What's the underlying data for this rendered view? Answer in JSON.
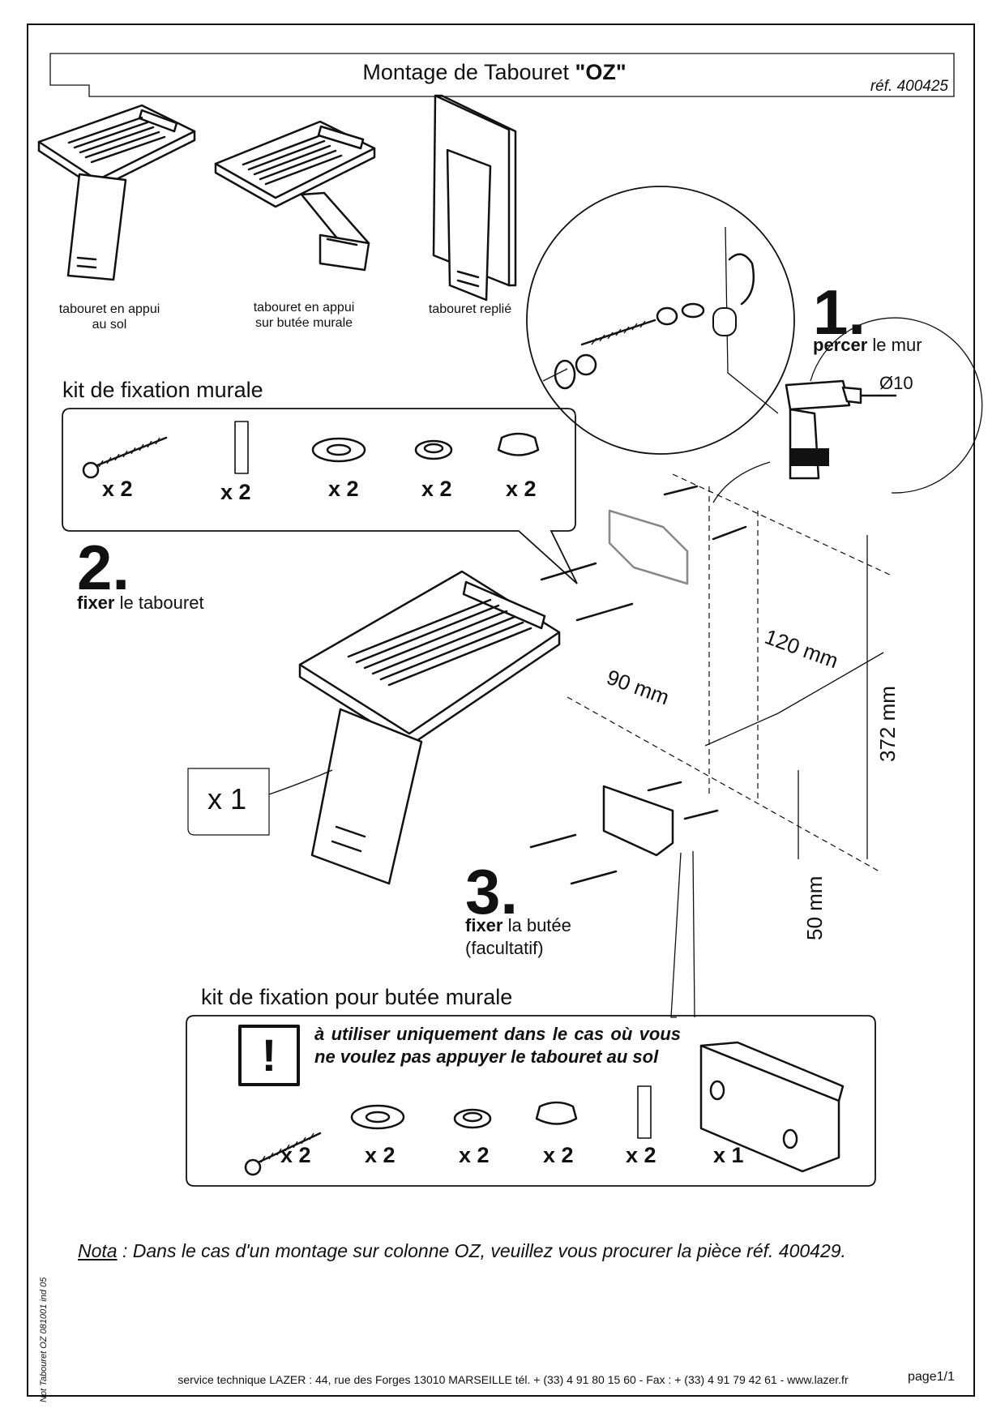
{
  "header": {
    "title_prefix": "Montage de Tabouret ",
    "title_model": "\"OZ\"",
    "reference": "réf. 400425"
  },
  "positions": [
    {
      "line1": "tabouret en appui",
      "line2": "au sol"
    },
    {
      "line1": "tabouret en appui",
      "line2": "sur butée murale"
    },
    {
      "line1": "tabouret replié",
      "line2": ""
    }
  ],
  "steps": {
    "step1": {
      "number": "1.",
      "bold": "percer",
      "text": " le mur",
      "drill": "Ø10"
    },
    "step2": {
      "number": "2.",
      "bold": "fixer",
      "text": " le tabouret"
    },
    "step3": {
      "number": "3.",
      "bold": "fixer",
      "text": " la butée",
      "note": "(facultatif)"
    }
  },
  "wall_kit": {
    "title": "kit de fixation murale",
    "items": [
      {
        "icon": "screw-icon",
        "qty": "x 2"
      },
      {
        "icon": "wall-plug-icon",
        "qty": "x 2"
      },
      {
        "icon": "flat-washer-icon",
        "qty": "x 2"
      },
      {
        "icon": "cup-washer-icon",
        "qty": "x 2"
      },
      {
        "icon": "cover-cap-icon",
        "qty": "x 2"
      }
    ]
  },
  "stool_qty": "x 1",
  "dimensions": {
    "d120": "120 mm",
    "d90": "90 mm",
    "d372": "372 mm",
    "d50": "50 mm"
  },
  "stop_kit": {
    "title": "kit de fixation pour butée murale",
    "warning": "à utiliser uniquement dans le cas où vous ne voulez pas appuyer le tabouret au sol",
    "warning_symbol": "!",
    "items": [
      {
        "icon": "screw-icon",
        "qty": "x 2"
      },
      {
        "icon": "flat-washer-icon",
        "qty": "x 2"
      },
      {
        "icon": "cup-washer-icon",
        "qty": "x 2"
      },
      {
        "icon": "cover-cap-icon",
        "qty": "x 2"
      },
      {
        "icon": "wall-plug-icon",
        "qty": "x 2"
      },
      {
        "icon": "wall-stop-block-icon",
        "qty": "x 1"
      }
    ]
  },
  "nota": {
    "label": "Nota",
    "sep": " :  ",
    "text": "Dans le cas d'un montage sur colonne OZ, veuillez vous procurer la pièce réf. 400429."
  },
  "footer": {
    "text": "service technique LAZER  : 44, rue des Forges 13010 MARSEILLE  tél. + (33) 4 91 80 15 60 - Fax : + (33) 4 91 79 42 61 - www.lazer.fr",
    "page": "page1/1",
    "side_note": "Not Tabouret OZ  081001 ind 05"
  }
}
